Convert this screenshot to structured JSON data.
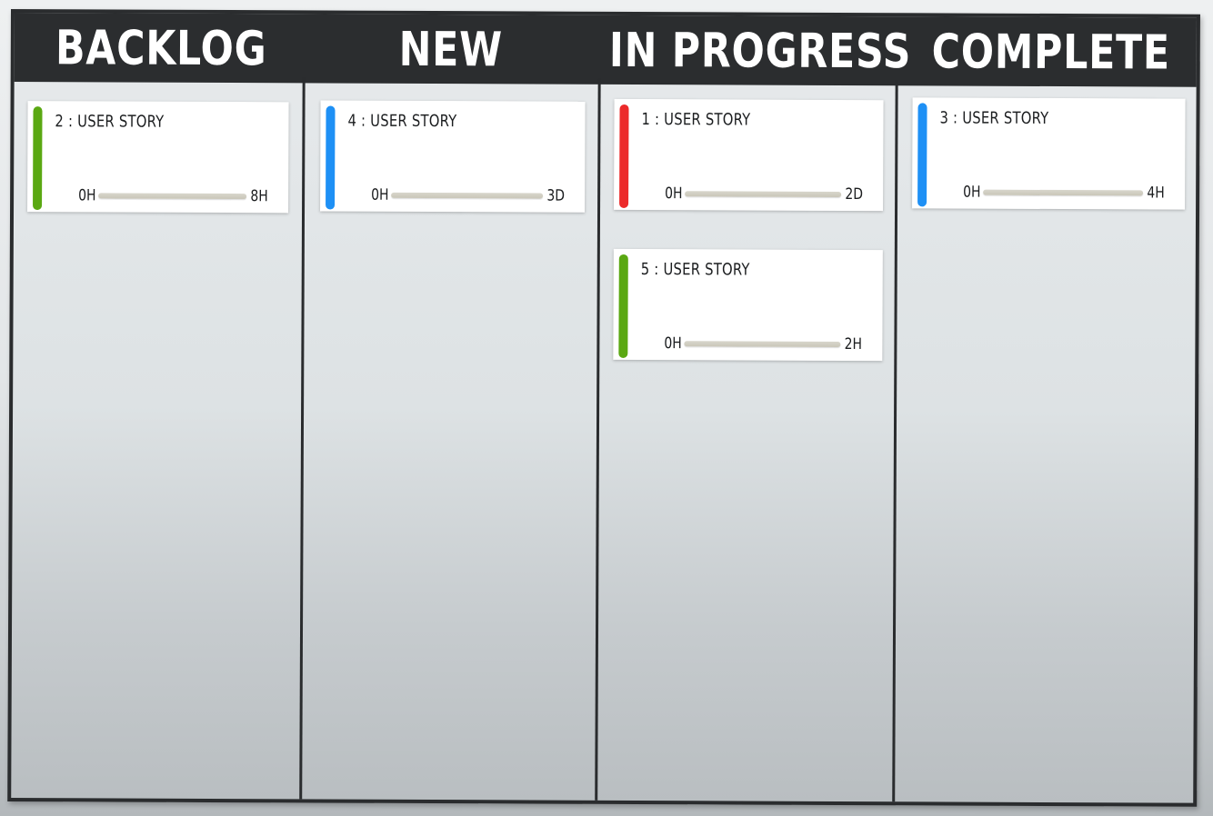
{
  "columns": [
    {
      "title": "BACKLOG",
      "cards": [
        {
          "label": "2 : USER STORY",
          "start": "0H",
          "end": "8H",
          "color": "#5aa812"
        }
      ]
    },
    {
      "title": "NEW",
      "cards": [
        {
          "label": "4 : USER STORY",
          "start": "0H",
          "end": "3D",
          "color": "#1e90f5"
        }
      ]
    },
    {
      "title": "IN PROGRESS",
      "cards": [
        {
          "label": "1 : USER STORY",
          "start": "0H",
          "end": "2D",
          "color": "#ec2a2a"
        },
        {
          "label": "5 : USER STORY",
          "start": "0H",
          "end": "2H",
          "color": "#5aa812"
        }
      ]
    },
    {
      "title": "COMPLETE",
      "cards": [
        {
          "label": "3 : USER STORY",
          "start": "0H",
          "end": "4H",
          "color": "#1e90f5"
        }
      ]
    }
  ],
  "colors": {
    "header": "#2b2d2f",
    "green": "#5aa812",
    "blue": "#1e90f5",
    "red": "#ec2a2a"
  }
}
